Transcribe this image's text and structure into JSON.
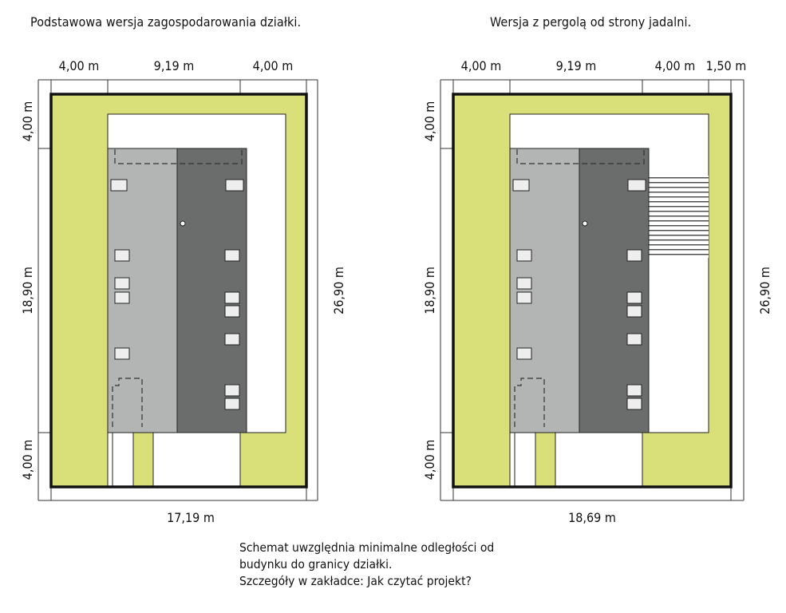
{
  "titles": {
    "left": "Podstawowa wersja zagospodarowania działki.",
    "right": "Wersja z pergolą od strony jadalni."
  },
  "left_plan": {
    "top_dims": [
      "4,00 m",
      "9,19 m",
      "4,00 m"
    ],
    "left_dims": [
      "4,00 m",
      "18,90 m",
      "4,00 m"
    ],
    "right_dim": "26,90 m",
    "bottom_dim": "17,19 m"
  },
  "right_plan": {
    "top_dims": [
      "4,00 m",
      "9,19 m",
      "4,00 m",
      "1,50 m"
    ],
    "left_dims": [
      "4,00 m",
      "18,90 m",
      "4,00 m"
    ],
    "right_dim": "26,90 m",
    "bottom_dim": "18,69 m"
  },
  "note": {
    "line1": "Schemat  uwzględnia  minimalne  odległości  od",
    "line2": "budynku do granicy działki.",
    "line3": "Szczegóły w zakładce:  Jak czytać projekt?"
  },
  "colors": {
    "plot": "#d9e07a",
    "roof_light": "#b3b4b4",
    "roof_dark": "#6b6c6c",
    "outline": "#111111"
  }
}
